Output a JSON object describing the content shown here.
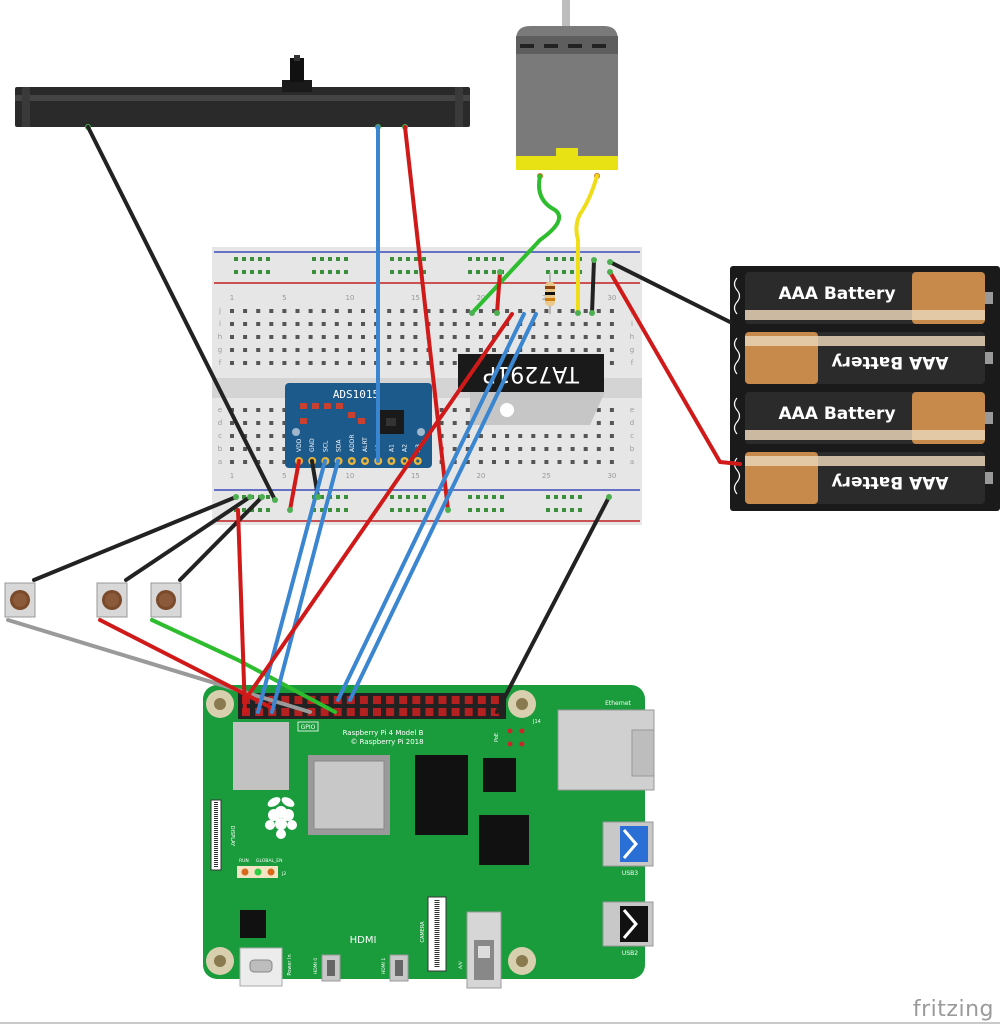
{
  "app": "fritzing",
  "components": {
    "slide_pot": {
      "name": "slide potentiometer"
    },
    "motor": {
      "name": "DC motor"
    },
    "breadboard": {
      "column_markers": [
        "1",
        "5",
        "10",
        "15",
        "20",
        "25",
        "30"
      ],
      "row_letters_top": [
        "j",
        "i",
        "h",
        "g",
        "f"
      ],
      "row_letters_bottom": [
        "e",
        "d",
        "c",
        "b",
        "a"
      ]
    },
    "adc": {
      "label": "ADS1015",
      "pins": [
        "VDD",
        "GND",
        "SCL",
        "SDA",
        "ADDR",
        "ALRT",
        "A0",
        "A1",
        "A2",
        "A3"
      ]
    },
    "driver_chip": {
      "label": "TA7291P"
    },
    "battery_pack": {
      "cells": [
        "AAA Battery",
        "AAA Battery",
        "AAA Battery",
        "AAA Battery"
      ]
    },
    "buttons": [
      {
        "name": "button-1"
      },
      {
        "name": "button-2"
      },
      {
        "name": "button-3"
      }
    ],
    "raspberry_pi": {
      "model": "Raspberry Pi 4 Model B",
      "copyright": "© Raspberry Pi 2018",
      "gpio_label": "GPIO",
      "ethernet_label": "Ethernet",
      "usb3_label": "USB3",
      "usb2_label": "USB2",
      "hdmi_label": "HDMI",
      "hdmi0_label": "HDMI 0",
      "hdmi1_label": "HDMI 1",
      "power_label": "Power In",
      "camera_label": "CAMERA",
      "display_label": "DISPLAY",
      "av_label": "A/V",
      "poe_label": "PoE",
      "j14_label": "J14",
      "j2_label": "J2",
      "run_label": "RUN",
      "global_en_label": "GLOBAL_EN"
    }
  },
  "colors": {
    "wire_black": "#222222",
    "wire_red": "#d01a1a",
    "wire_blue": "#3a86d0",
    "wire_green": "#2ebd2e",
    "wire_yellow": "#f0dd1a",
    "wire_gray": "#9a9a9a",
    "pcb_blue": "#1d5a8c",
    "rpi_green": "#1a9c3c"
  }
}
